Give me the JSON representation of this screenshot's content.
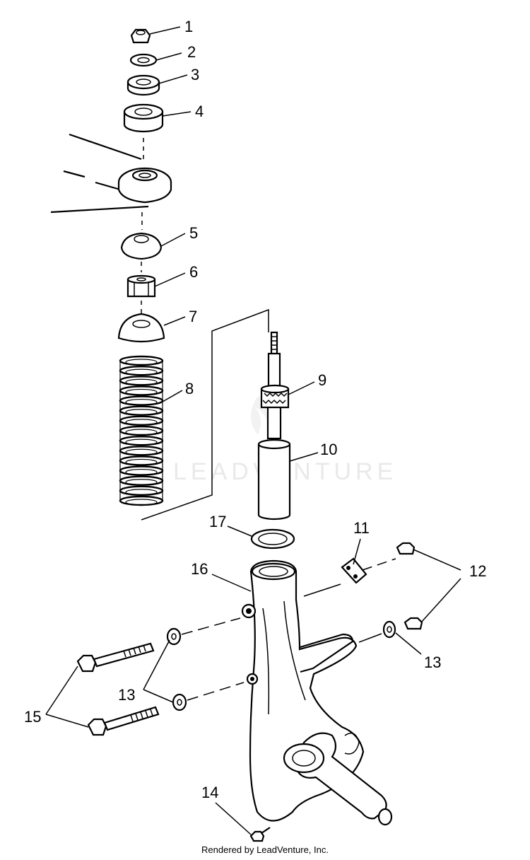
{
  "diagram": {
    "callouts": [
      "1",
      "2",
      "3",
      "4",
      "5",
      "6",
      "7",
      "8",
      "9",
      "10",
      "11",
      "12",
      "13",
      "14",
      "15",
      "16",
      "17"
    ],
    "watermark": "LEADVENTURE",
    "footer": "Rendered by LeadVenture, Inc."
  }
}
